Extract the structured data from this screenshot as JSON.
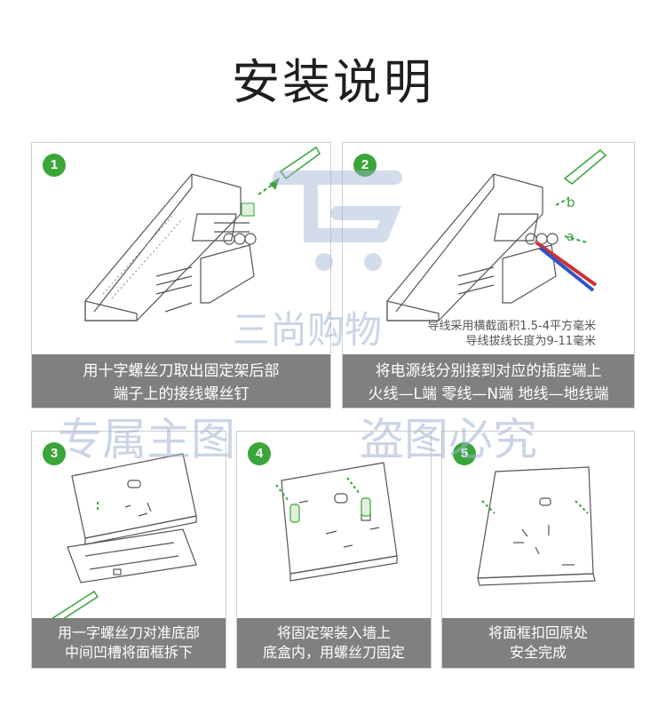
{
  "title": "安装说明",
  "accent_color": "#3aa538",
  "caption_bg": "#808080",
  "watermarks": {
    "store_name": "三尚购物",
    "left": "专属主图",
    "right": "盗图必究"
  },
  "steps": [
    {
      "number": "1",
      "caption_lines": [
        "用十字螺丝刀取出固定架后部",
        "端子上的接线螺丝钉"
      ]
    },
    {
      "number": "2",
      "caption_lines": [
        "将电源线分别接到对应的插座端上",
        "火线—L端 零线—N端 地线—地线端"
      ],
      "spec_lines": [
        "导线采用横截面积1.5-4平方毫米",
        "导线拔线长度为9-11毫米"
      ],
      "labels": {
        "a": "a",
        "b": "b"
      }
    },
    {
      "number": "3",
      "caption_lines": [
        "用一字螺丝刀对准底部",
        "中间凹槽将面框拆下"
      ]
    },
    {
      "number": "4",
      "caption_lines": [
        "将固定架装入墙上",
        "底盒内，用螺丝刀固定"
      ]
    },
    {
      "number": "5",
      "caption_lines": [
        "将面框扣回原处",
        "安全完成"
      ]
    }
  ]
}
